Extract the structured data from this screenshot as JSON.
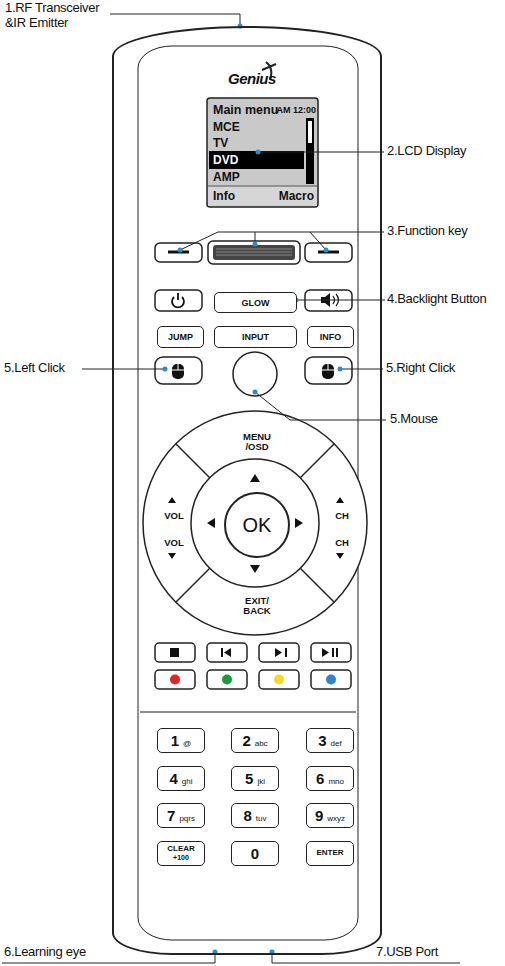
{
  "diagram": {
    "nodes": [
      {
        "text": [
          "Genius"
        ]
      },
      {
        "text": [
          "Main menu",
          "AM 12:00",
          "MCE",
          "TV",
          "DVD",
          "AMP",
          "Info",
          "Macro"
        ],
        "in": 0
      },
      {
        "text": [
          "GLOW"
        ],
        "in": 0
      },
      {
        "text": [
          "JUMP"
        ],
        "in": 0
      },
      {
        "text": [
          "INPUT"
        ],
        "in": 0
      },
      {
        "text": [
          "INFO"
        ],
        "in": 0
      },
      {
        "text": [
          "MENU /OSD"
        ],
        "in": 0
      },
      {
        "text": [
          "VOL"
        ],
        "in": 0
      },
      {
        "text": [
          "CH"
        ],
        "in": 0
      },
      {
        "text": [
          "OK"
        ],
        "in": 0
      },
      {
        "text": [
          "VOL"
        ],
        "in": 0
      },
      {
        "text": [
          "CH"
        ],
        "in": 0
      },
      {
        "text": [
          "EXIT/ BACK"
        ],
        "in": 0
      },
      {
        "text": [
          "1",
          "@"
        ],
        "in": 0
      },
      {
        "text": [
          "2",
          "abc"
        ],
        "in": 0
      },
      {
        "text": [
          "3",
          "def"
        ],
        "in": 0
      },
      {
        "text": [
          "4",
          "ghi"
        ],
        "in": 0
      },
      {
        "text": [
          "5",
          "jkl"
        ],
        "in": 0
      },
      {
        "text": [
          "6",
          "mno"
        ],
        "in": 0
      },
      {
        "text": [
          "7",
          "pqrs"
        ],
        "in": 0
      },
      {
        "text": [
          "8",
          "tuv"
        ],
        "in": 0
      },
      {
        "text": [
          "9",
          "wxyz"
        ],
        "in": 0
      },
      {
        "text": [
          "CLEAR",
          "+100"
        ],
        "in": 0
      },
      {
        "text": [
          "0"
        ],
        "in": 0
      },
      {
        "text": [
          "ENTER"
        ],
        "in": 0
      }
    ],
    "labels": [
      "1.RF Transceiver &IR Emitter",
      "2.LCD Display",
      "3.Function key",
      "4.Backlight Button",
      "5.Left Click",
      "5.Right Click",
      "5.Mouse",
      "6.Learning eye",
      "7.USB Port"
    ]
  }
}
